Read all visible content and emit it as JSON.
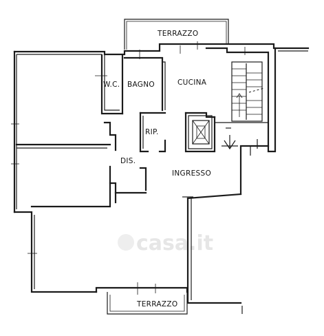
{
  "rooms": {
    "terrazzo_top": "TERRAZZO",
    "wc": "W.C.",
    "bagno": "BAGNO",
    "cucina": "CUCINA",
    "rip": "RIP.",
    "dis": "DIS.",
    "ingresso": "INGRESSO",
    "terrazzo_bottom": "TERRAZZO"
  },
  "watermark": {
    "text": "casa.it"
  },
  "icons": {
    "elevator": "elevator-icon",
    "stairs": "stairs-icon",
    "watermark_logo": "house-logo-icon"
  }
}
